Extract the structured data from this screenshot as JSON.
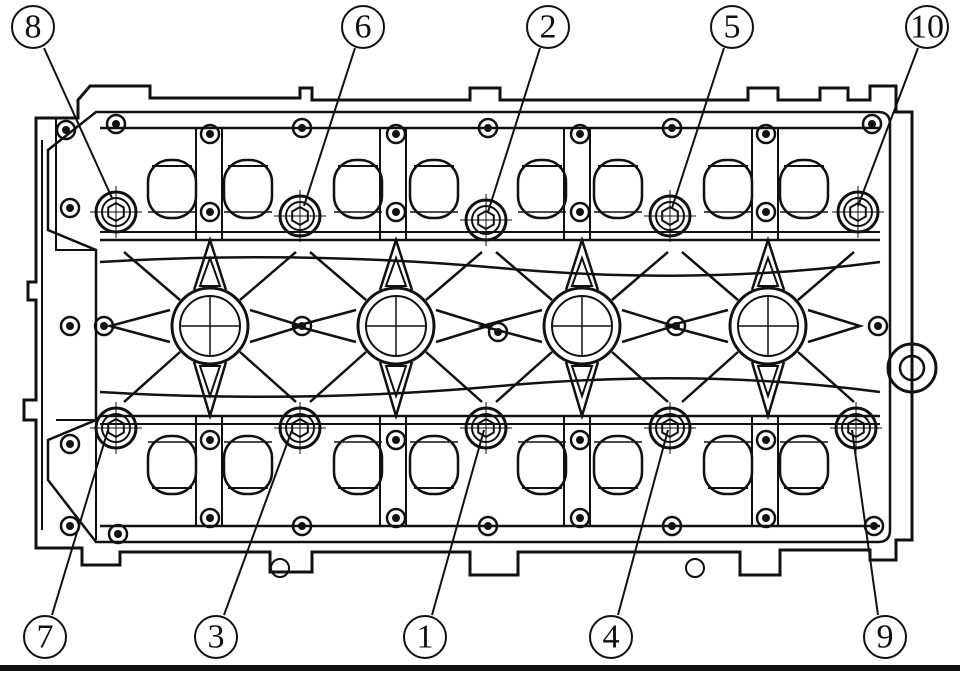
{
  "diagram": {
    "callouts": [
      {
        "label": "8"
      },
      {
        "label": "6"
      },
      {
        "label": "2"
      },
      {
        "label": "5"
      },
      {
        "label": "10"
      },
      {
        "label": "7"
      },
      {
        "label": "3"
      },
      {
        "label": "1"
      },
      {
        "label": "4"
      },
      {
        "label": "9"
      }
    ]
  }
}
